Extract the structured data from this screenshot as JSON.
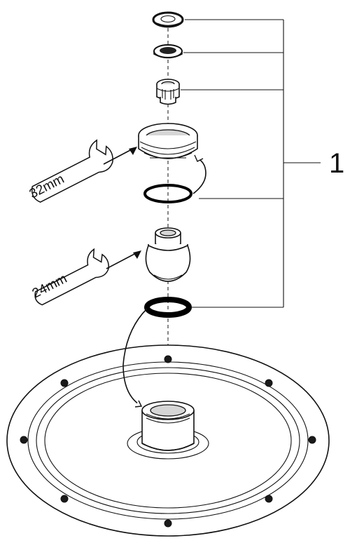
{
  "callout": {
    "number": "1"
  },
  "wrenches": [
    {
      "label": "32mm"
    },
    {
      "label": "24mm"
    }
  ],
  "icons": [
    "wrench-icon",
    "wrench-icon"
  ]
}
